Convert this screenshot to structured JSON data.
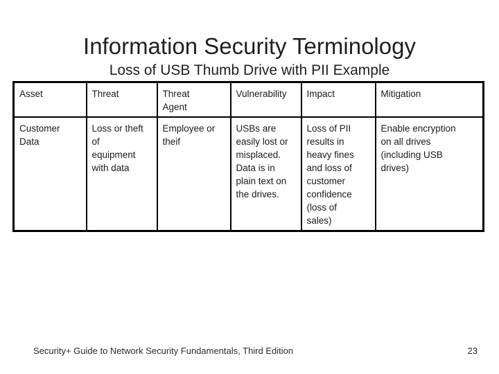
{
  "slide": {
    "title": "Information Security Terminology",
    "subtitle": "Loss of USB Thumb Drive with PII Example",
    "footer": "Security+ Guide to Network Security Fundamentals, Third Edition",
    "page_number": "23"
  },
  "table": {
    "headers": [
      "Asset",
      "Threat",
      "Threat\nAgent",
      "Vulnerability",
      "Impact",
      "Mitigation"
    ],
    "row": {
      "asset": "Customer\nData",
      "threat": "Loss or theft\nof\nequipment\nwith data",
      "threat_agent": "Employee or\ntheif",
      "vulnerability": "USBs are\neasily lost or\nmisplaced.\nData is in\nplain text on\nthe drives.",
      "impact": "Loss of PII\nresults in\nheavy fines\nand loss of\ncustomer\nconfidence\n(loss of\nsales)",
      "mitigation": "Enable encryption\non all drives\n(including USB\ndrives)"
    }
  },
  "colors": {
    "text": "#1a1a1a",
    "border": "#000000",
    "background": "#ffffff"
  }
}
